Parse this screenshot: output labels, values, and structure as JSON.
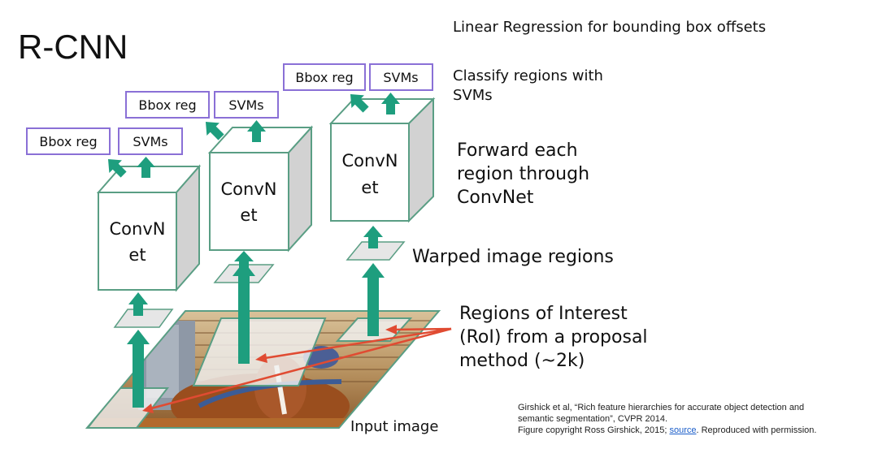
{
  "title": "R-CNN",
  "colors": {
    "arrow": "#1e9e7e",
    "box_border": "#5a9e84",
    "label_border": "#8a70d6",
    "side_face": "#d2d2d2",
    "region_fill": "#e6e6e6",
    "pointer": "#e04b32",
    "text": "#111111"
  },
  "annotations": {
    "bbox_regression": "Linear Regression for bounding box offsets",
    "classify": [
      "Classify regions with",
      "SVMs"
    ],
    "forward": [
      "Forward each",
      "region through",
      "ConvNet"
    ],
    "warped": "Warped image regions",
    "roi": [
      "Regions of Interest",
      "(RoI) from a proposal",
      "method (~2k)"
    ],
    "input_image": "Input image"
  },
  "pipelines": [
    {
      "convnet_label": [
        "ConvN",
        "et"
      ],
      "bbox_label": "Bbox reg",
      "svm_label": "SVMs"
    },
    {
      "convnet_label": [
        "ConvN",
        "et"
      ],
      "bbox_label": "Bbox reg",
      "svm_label": "SVMs"
    },
    {
      "convnet_label": [
        "ConvN",
        "et"
      ],
      "bbox_label": "Bbox reg",
      "svm_label": "SVMs"
    }
  ],
  "citation": {
    "line1": "Girshick et al, “Rich feature hierarchies for accurate object detection and",
    "line2": "semantic segmentation”, CVPR 2014.",
    "line3_prefix": "Figure copyright Ross Girshick, 2015; ",
    "link_text": "source",
    "line3_suffix": ". Reproduced with permission."
  }
}
